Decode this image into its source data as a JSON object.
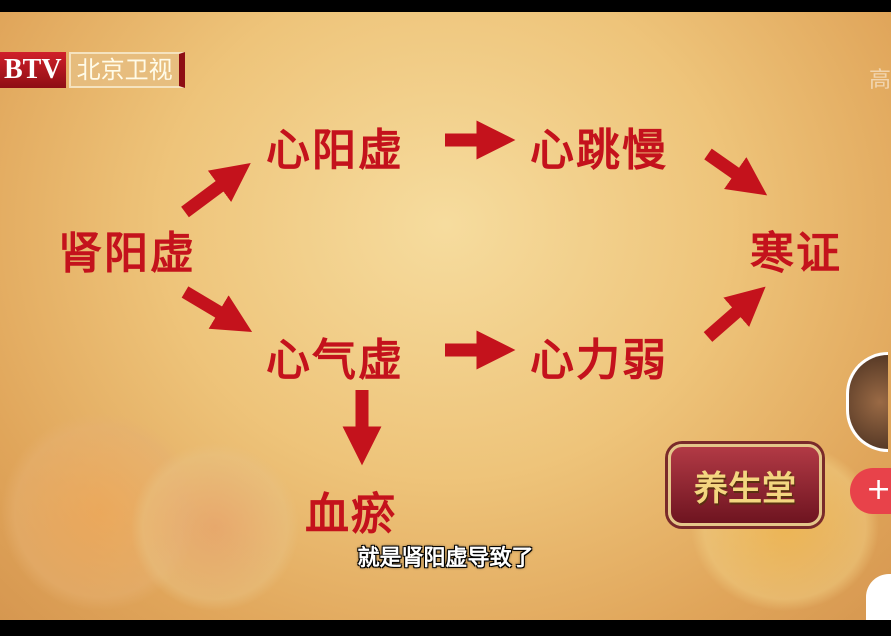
{
  "channel": {
    "brand": "BTV",
    "name": "北京卫视",
    "corner_text": "高"
  },
  "show_logo": "养生堂",
  "diagram": {
    "nodes": {
      "kidney_yang": "肾阳虚",
      "heart_yang": "心阳虚",
      "slow_heartbeat": "心跳慢",
      "cold_syndrome": "寒证",
      "heart_qi": "心气虚",
      "weak_heart": "心力弱",
      "blood_stasis": "血瘀"
    },
    "arrow_color": "#c4121c"
  },
  "subtitle": "就是肾阳虚导致了",
  "overlay": {
    "follow_label": "+"
  }
}
